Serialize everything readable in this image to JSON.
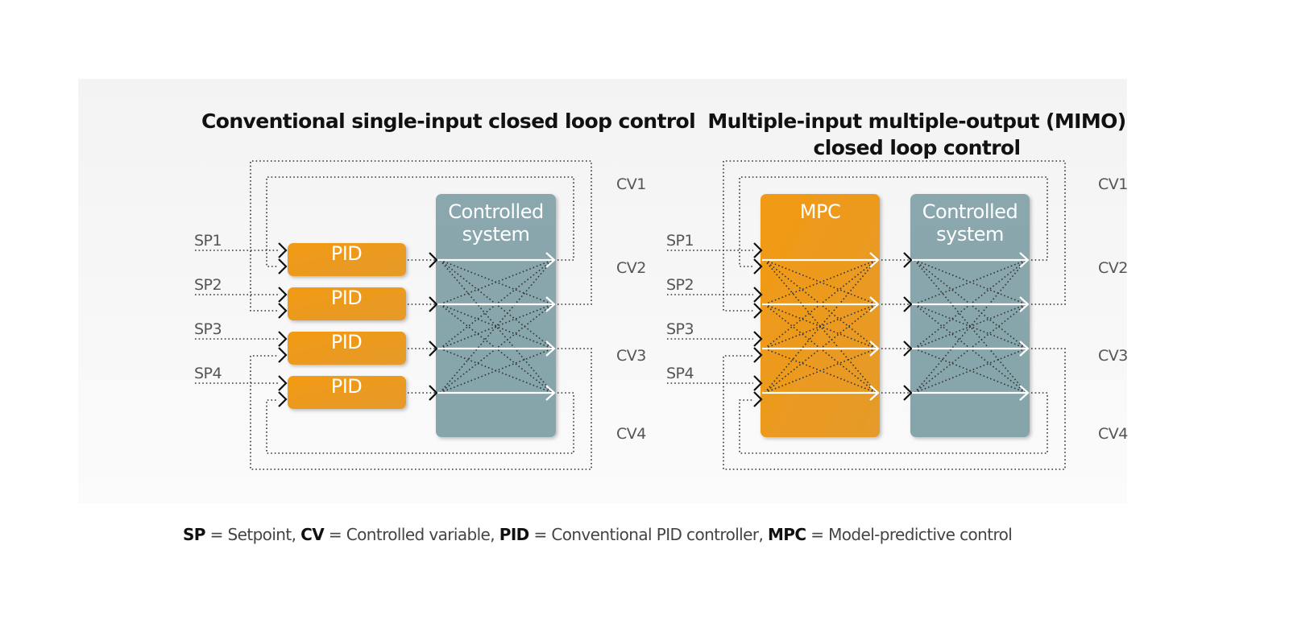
{
  "left": {
    "title": "Conventional single-input closed loop control",
    "setpoints": [
      "SP1",
      "SP2",
      "SP3",
      "SP4"
    ],
    "controllers": [
      "PID",
      "PID",
      "PID",
      "PID"
    ],
    "system_label": [
      "Controlled",
      "system"
    ],
    "cv_labels": [
      "CV1",
      "CV2",
      "CV3",
      "CV4"
    ]
  },
  "right": {
    "title_line1": "Multiple-input multiple-output (MIMO)",
    "title_line2": "closed loop control",
    "setpoints": [
      "SP1",
      "SP2",
      "SP3",
      "SP4"
    ],
    "controller_label": "MPC",
    "system_label": [
      "Controlled",
      "system"
    ],
    "cv_labels": [
      "CV1",
      "CV2",
      "CV3",
      "CV4"
    ]
  },
  "legend": [
    {
      "term": "SP",
      "def": " = Setpoint, "
    },
    {
      "term": "CV",
      "def": " = Controlled variable, "
    },
    {
      "term": "PID",
      "def": " = Conventional PID controller, "
    },
    {
      "term": "MPC",
      "def": " = Model-predictive control"
    }
  ],
  "colors": {
    "controller_orange": "#f29b16",
    "system_teal": "#89a8ae",
    "panel_bg": "#f4f4f4"
  }
}
